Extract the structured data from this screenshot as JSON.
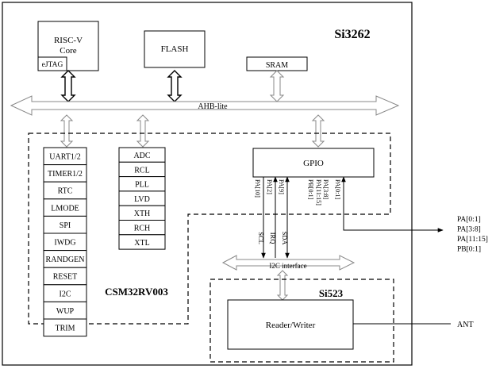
{
  "chip": {
    "title": "Si3262"
  },
  "core": {
    "line1": "RISC-V",
    "line2": "Core",
    "debug": "eJTAG"
  },
  "memory": {
    "flash": "FLASH",
    "sram": "SRAM"
  },
  "bus": {
    "label": "AHB-lite"
  },
  "mcu": {
    "name": "CSM32RV003",
    "peripherals_left": [
      "UART1/2",
      "TIMER1/2",
      "RTC",
      "LMODE",
      "SPI",
      "IWDG",
      "RANDGEN",
      "RESET",
      "I2C",
      "WUP",
      "TRIM"
    ],
    "peripherals_right": [
      "ADC",
      "RCL",
      "PLL",
      "LVD",
      "XTH",
      "RCH",
      "XTL"
    ],
    "gpio": "GPIO",
    "gpio_pins": [
      "PA[10]",
      "PA[2]",
      "PA[9]",
      "PB[0:1]",
      "PA[11:15]",
      "PA[3:8]",
      "PA[0:1]"
    ]
  },
  "signals": {
    "scl": "SCL",
    "irq": "IRQ",
    "sda": "SDA"
  },
  "i2c": {
    "label": "I2C interface"
  },
  "nfc": {
    "name": "Si523",
    "block": "Reader/Writer"
  },
  "external_pins": [
    "PA[0:1]",
    "PA[3:8]",
    "PA[11:15]",
    "PB[0:1]"
  ],
  "antenna": "ANT"
}
